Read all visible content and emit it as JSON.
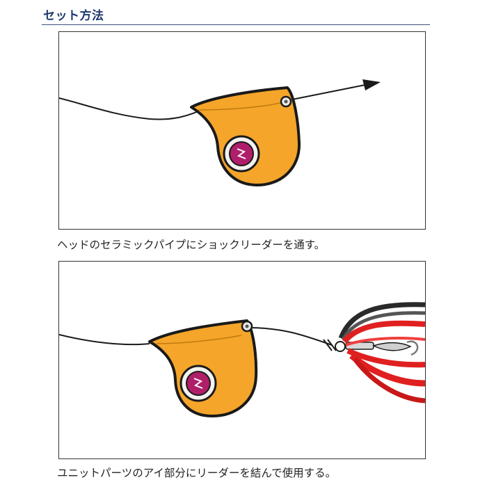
{
  "section": {
    "title": "セット方法"
  },
  "steps": [
    {
      "caption": "ヘッドのセラミックパイプにショックリーダーを通す。"
    },
    {
      "caption": "ユニットパーツのアイ部分にリーダーを結んで使用する。"
    }
  ],
  "colors": {
    "head_fill": "#f5a52a",
    "head_outline": "#1a1a1a",
    "eye_pupil": "#b01e6a",
    "skirt_red": "#e02020",
    "skirt_black": "#2a2a2a",
    "title_color": "#1e3a6e"
  }
}
